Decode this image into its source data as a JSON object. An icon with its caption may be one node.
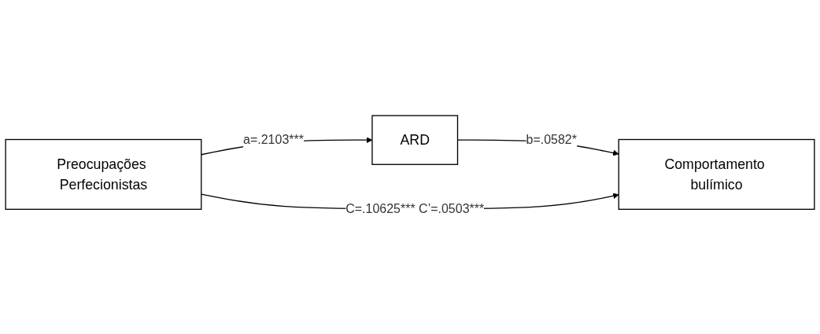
{
  "diagram": {
    "nodes": [
      {
        "text": [
          "ARD"
        ]
      },
      {
        "text": [
          "Preocupações Perfecionistas"
        ]
      },
      {
        "text": [
          "Comportamento bulímico"
        ]
      }
    ],
    "edges": [
      {
        "from": 1,
        "to": 0,
        "arrow": "to",
        "label": "a=.2103***"
      },
      {
        "from": 0,
        "to": 2,
        "arrow": "to",
        "label": "b=.0582*"
      },
      {
        "from": 1,
        "to": 2,
        "arrow": "to",
        "label": "C=.10625*** C’=.0503***"
      }
    ]
  }
}
